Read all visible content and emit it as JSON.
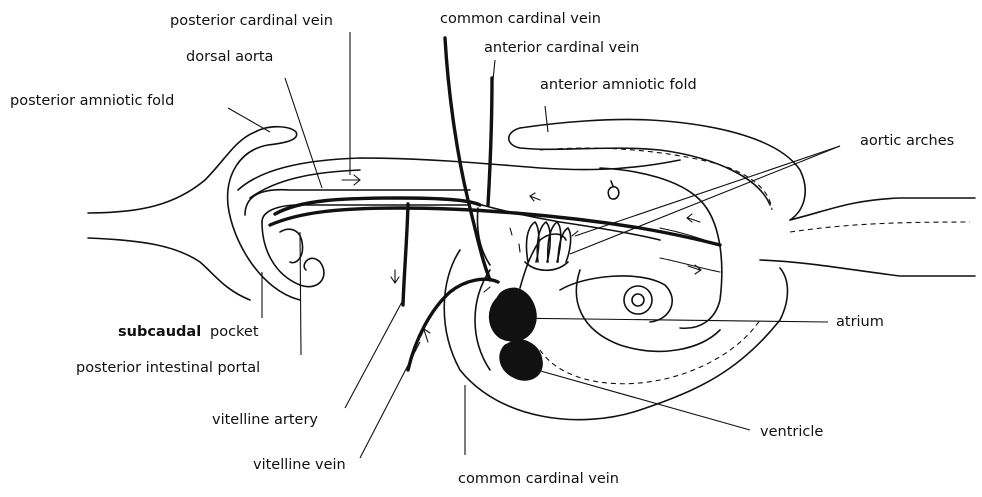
{
  "labels": {
    "posterior_cardinal_vein": "posterior cardinal vein",
    "common_cardinal_vein_top": "common cardinal vein",
    "anterior_cardinal_vein": "anterior cardinal vein",
    "dorsal_aorta": "dorsal aorta",
    "anterior_amniotic_fold": "anterior amniotic fold",
    "posterior_amniotic_fold": "posterior amniotic fold",
    "aortic_arches": "aortic arches",
    "subcaudal": "subcaudal",
    "pocket": "pocket",
    "posterior_intestinal_portal": "posterior intestinal portal",
    "atrium": "atrium",
    "ventricle": "ventricle",
    "vitelline_artery": "vitelline artery",
    "vitelline_vein": "vitelline vein",
    "common_cardinal_vein_bottom": "common cardinal vein"
  }
}
